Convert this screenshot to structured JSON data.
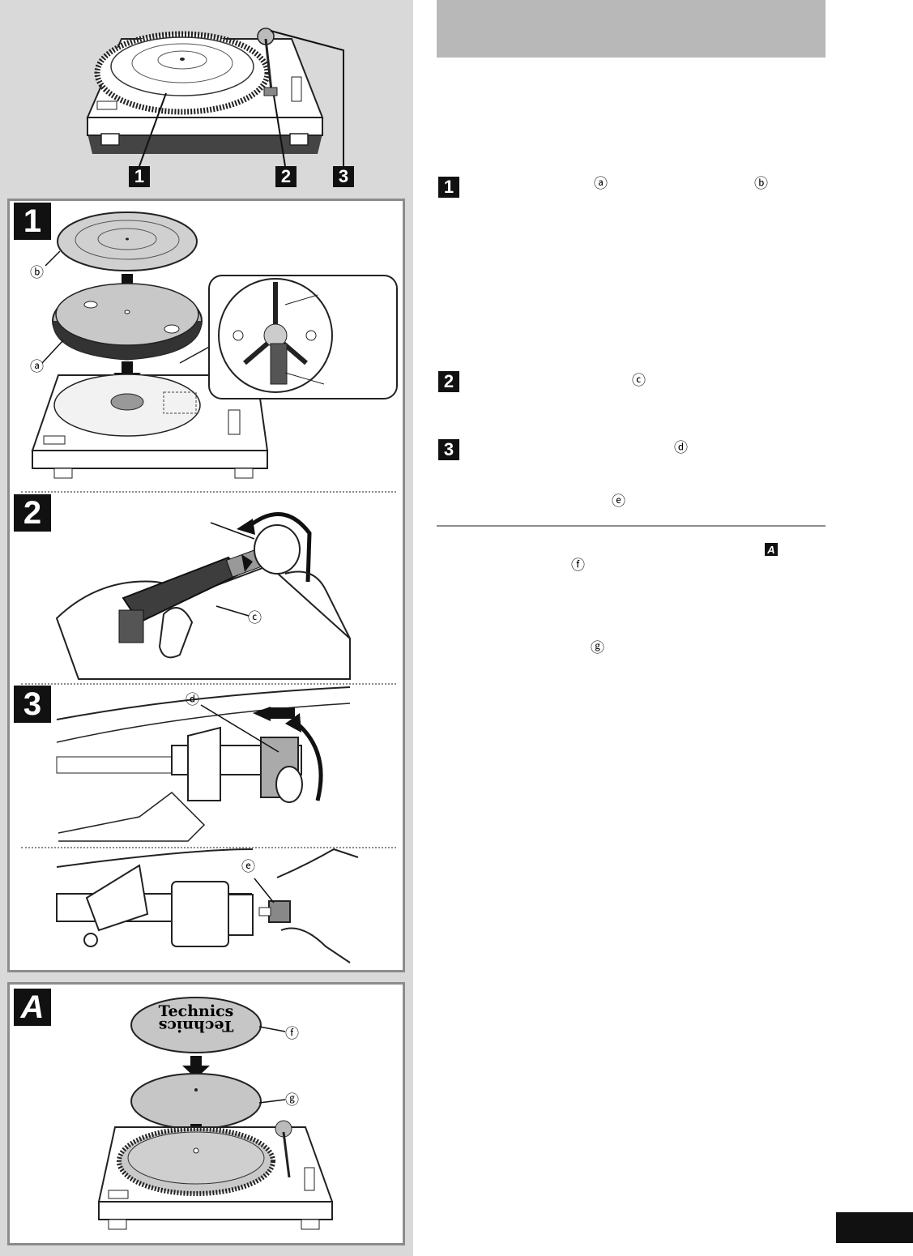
{
  "overview": {
    "callouts": [
      "1",
      "2",
      "3"
    ]
  },
  "steps": [
    {
      "number": "1",
      "markers": [
        "ⓐ",
        "ⓑ"
      ]
    },
    {
      "number": "2",
      "markers": [
        "ⓒ"
      ]
    },
    {
      "number": "3",
      "markers": [
        "ⓓ",
        "ⓔ"
      ]
    }
  ],
  "note": {
    "panel_ref": "A",
    "markers": [
      "ⓕ",
      "ⓖ"
    ]
  },
  "panel_a": {
    "label": "A",
    "slipmat_logo": "Technics",
    "markers": [
      "ⓕ",
      "ⓖ"
    ]
  },
  "figure_markers": {
    "mat": "ⓑ",
    "platter": "ⓐ",
    "headshell": "ⓒ",
    "weight": "ⓓ",
    "sub_weight": "ⓔ"
  },
  "colors": {
    "sidebar": "#d9d9d9",
    "panel_border": "#8c8c8c",
    "header_bar": "#b8b8b8",
    "badge": "#111111"
  }
}
